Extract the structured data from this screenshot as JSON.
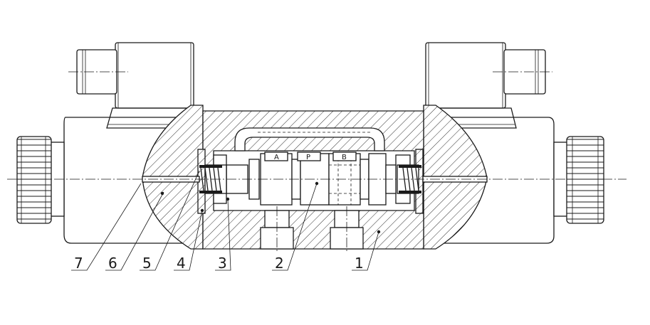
{
  "drawing": {
    "port_labels": [
      "A",
      "P",
      "B"
    ],
    "callouts": [
      "7",
      "6",
      "5",
      "4",
      "3",
      "2",
      "1"
    ]
  }
}
